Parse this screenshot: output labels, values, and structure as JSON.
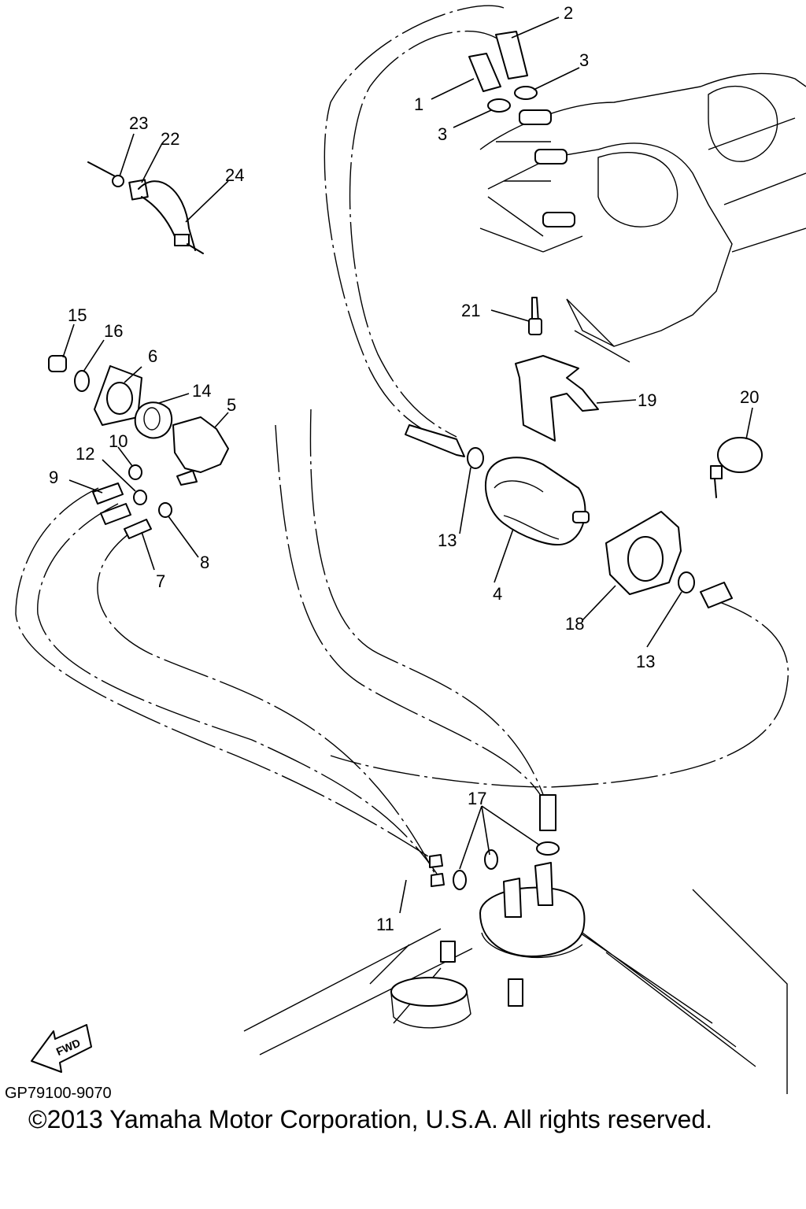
{
  "diagram": {
    "callouts": [
      {
        "id": "c1",
        "label": "1"
      },
      {
        "id": "c2",
        "label": "2"
      },
      {
        "id": "c3a",
        "label": "3"
      },
      {
        "id": "c3b",
        "label": "3"
      },
      {
        "id": "c4",
        "label": "4"
      },
      {
        "id": "c5",
        "label": "5"
      },
      {
        "id": "c6",
        "label": "6"
      },
      {
        "id": "c7",
        "label": "7"
      },
      {
        "id": "c8",
        "label": "8"
      },
      {
        "id": "c9",
        "label": "9"
      },
      {
        "id": "c10",
        "label": "10"
      },
      {
        "id": "c11",
        "label": "11"
      },
      {
        "id": "c12",
        "label": "12"
      },
      {
        "id": "c13a",
        "label": "13"
      },
      {
        "id": "c13b",
        "label": "13"
      },
      {
        "id": "c14",
        "label": "14"
      },
      {
        "id": "c15",
        "label": "15"
      },
      {
        "id": "c16",
        "label": "16"
      },
      {
        "id": "c17",
        "label": "17"
      },
      {
        "id": "c18",
        "label": "18"
      },
      {
        "id": "c19",
        "label": "19"
      },
      {
        "id": "c20",
        "label": "20"
      },
      {
        "id": "c21",
        "label": "21"
      },
      {
        "id": "c22",
        "label": "22"
      },
      {
        "id": "c23",
        "label": "23"
      },
      {
        "id": "c24",
        "label": "24"
      }
    ],
    "fwd_label": "FWD",
    "diagram_code": "GP79100-9070",
    "copyright": "©2013 Yamaha Motor Corporation, U.S.A. All rights reserved."
  }
}
